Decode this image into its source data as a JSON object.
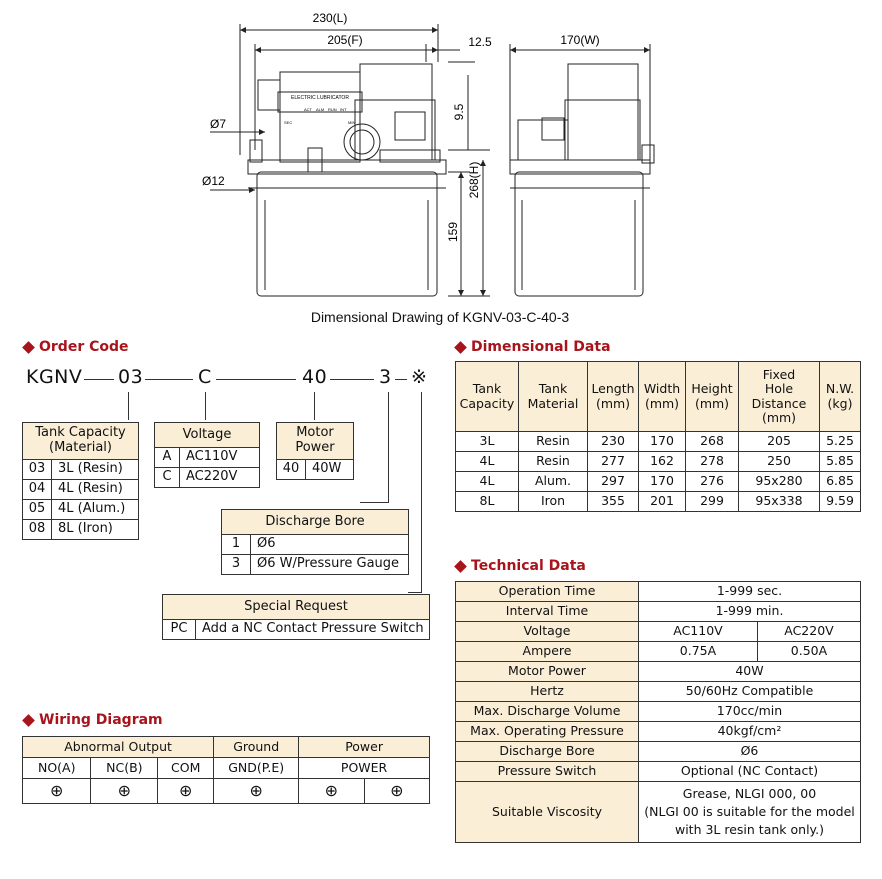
{
  "drawing": {
    "dims": {
      "L": "230(L)",
      "F": "205(F)",
      "d125": "12.5",
      "W": "170(W)",
      "d95": "9.5",
      "H": "268(H)",
      "d159": "159",
      "phi7": "Ø7",
      "phi12": "Ø12"
    },
    "panel_text": "ELECTRIC LUBRICATOR",
    "panel_labels": [
      "ACT",
      "ALM",
      "RUN",
      "INT"
    ],
    "panel_side_left": "SEC",
    "panel_side_right": "MIN",
    "caption": "Dimensional Drawing of KGNV-03-C-40-3"
  },
  "order_code": {
    "title": "Order Code",
    "parts": [
      "KGNV",
      "03",
      "C",
      "40",
      "3",
      "※"
    ],
    "tank": {
      "header": "Tank Capacity\n(Material)",
      "rows": [
        [
          "03",
          "3L (Resin)"
        ],
        [
          "04",
          "4L (Resin)"
        ],
        [
          "05",
          "4L (Alum.)"
        ],
        [
          "08",
          "8L (Iron)"
        ]
      ]
    },
    "voltage": {
      "header": "Voltage",
      "rows": [
        [
          "A",
          "AC110V"
        ],
        [
          "C",
          "AC220V"
        ]
      ]
    },
    "motor": {
      "header": "Motor\nPower",
      "rows": [
        [
          "40",
          "40W"
        ]
      ]
    },
    "bore": {
      "header": "Discharge Bore",
      "rows": [
        [
          "1",
          "Ø6"
        ],
        [
          "3",
          "Ø6 W/Pressure Gauge"
        ]
      ]
    },
    "special": {
      "header": "Special Request",
      "rows": [
        [
          "PC",
          "Add a NC Contact Pressure Switch"
        ]
      ]
    }
  },
  "wiring": {
    "title": "Wiring Diagram",
    "groups": [
      "Abnormal Output",
      "Ground",
      "Power"
    ],
    "labels": [
      "NO(A)",
      "NC(B)",
      "COM",
      "GND(P.E)",
      "POWER"
    ],
    "symbol": "⊕"
  },
  "dimensional": {
    "title": "Dimensional Data",
    "headers": [
      "Tank\nCapacity",
      "Tank\nMaterial",
      "Length\n(mm)",
      "Width\n(mm)",
      "Height\n(mm)",
      "Fixed\nHole\nDistance\n(mm)",
      "N.W.\n(kg)"
    ],
    "rows": [
      [
        "3L",
        "Resin",
        "230",
        "170",
        "268",
        "205",
        "5.25"
      ],
      [
        "4L",
        "Resin",
        "277",
        "162",
        "278",
        "250",
        "5.85"
      ],
      [
        "4L",
        "Alum.",
        "297",
        "170",
        "276",
        "95x280",
        "6.85"
      ],
      [
        "8L",
        "Iron",
        "355",
        "201",
        "299",
        "95x338",
        "9.59"
      ]
    ]
  },
  "technical": {
    "title": "Technical Data",
    "rows": [
      {
        "label": "Operation Time",
        "value": "1-999 sec."
      },
      {
        "label": "Interval Time",
        "value": "1-999 min."
      },
      {
        "label": "Voltage",
        "values": [
          "AC110V",
          "AC220V"
        ]
      },
      {
        "label": "Ampere",
        "values": [
          "0.75A",
          "0.50A"
        ]
      },
      {
        "label": "Motor Power",
        "value": "40W"
      },
      {
        "label": "Hertz",
        "value": "50/60Hz Compatible"
      },
      {
        "label": "Max. Discharge Volume",
        "value": "170cc/min"
      },
      {
        "label": "Max. Operating Pressure",
        "value": "40kgf/cm²"
      },
      {
        "label": "Discharge Bore",
        "value": "Ø6"
      },
      {
        "label": "Pressure Switch",
        "value": "Optional (NC Contact)"
      },
      {
        "label": "Suitable Viscosity",
        "value_lines": [
          "Grease, NLGI 000, 00",
          "(NLGI 00 is suitable for the model",
          "with 3L resin tank only.)"
        ]
      }
    ]
  }
}
